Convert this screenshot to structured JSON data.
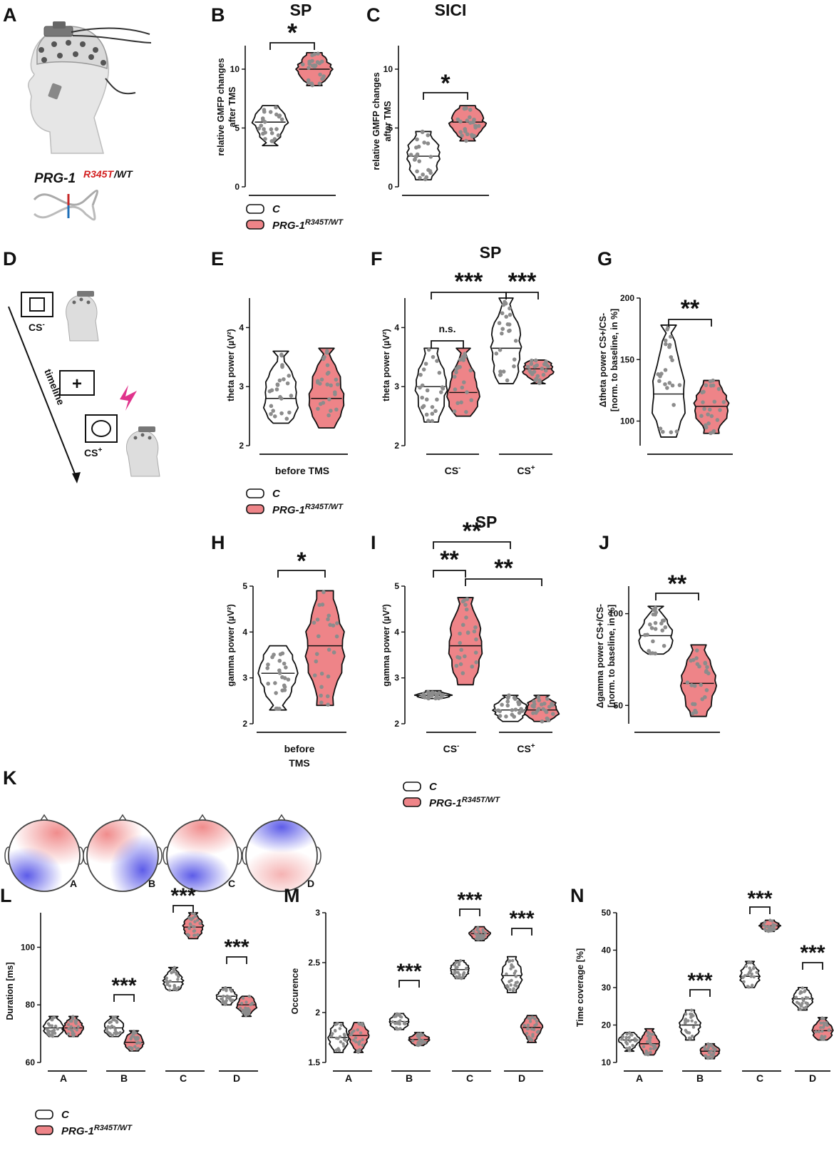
{
  "colors": {
    "control": "#ffffff",
    "mutant": "#ee8488",
    "dot": "#8c8c8c",
    "outline": "#111111"
  },
  "labels": {
    "A": "A",
    "B": "B",
    "C": "C",
    "D": "D",
    "E": "E",
    "F": "F",
    "G": "G",
    "H": "H",
    "I": "I",
    "J": "J",
    "K": "K",
    "L": "L",
    "M": "M",
    "N": "N"
  },
  "titles": {
    "B": "SP",
    "C": "SICI",
    "F": "SP",
    "I": "SP"
  },
  "genotype": {
    "base": "PRG-1",
    "sup": "R345T",
    "tail": "/WT"
  },
  "legend": {
    "c": "C",
    "mut_base": "PRG-1",
    "mut_sup": "R345T/WT"
  },
  "paradigm": {
    "cs_minus": "CS",
    "cs_plus": "CS",
    "minus": "-",
    "plus": "+",
    "timeline": "timeline",
    "fixation": "+"
  },
  "microstates": [
    "A",
    "B",
    "C",
    "D"
  ],
  "chart_data": [
    {
      "id": "B",
      "type": "violin",
      "title": "SP",
      "ylabel": [
        "relative GMFP changes",
        "after TMS"
      ],
      "ylim": [
        0,
        12
      ],
      "yticks": [
        0,
        5,
        10
      ],
      "groups": [
        {
          "name": "C",
          "lo": 3.5,
          "hi": 6.9,
          "med": 5.5
        },
        {
          "name": "PRG-1 R345T/WT",
          "lo": 8.6,
          "hi": 11.4,
          "med": 10.0
        }
      ],
      "significance": [
        {
          "a": 0,
          "b": 1,
          "label": "*"
        }
      ]
    },
    {
      "id": "C",
      "type": "violin",
      "title": "SICI",
      "ylabel": [
        "relative GMFP changes",
        "after TMS"
      ],
      "ylim": [
        0,
        12
      ],
      "yticks": [
        0,
        5,
        10
      ],
      "groups": [
        {
          "name": "C",
          "lo": 0.6,
          "hi": 4.7,
          "med": 2.6
        },
        {
          "name": "PRG-1 R345T/WT",
          "lo": 3.9,
          "hi": 6.9,
          "med": 5.5
        }
      ],
      "significance": [
        {
          "a": 0,
          "b": 1,
          "label": "*"
        }
      ]
    },
    {
      "id": "E",
      "type": "violin",
      "ylabel": [
        "theta power (µV²)"
      ],
      "ylim": [
        2,
        4.5
      ],
      "yticks": [
        2,
        3,
        4
      ],
      "xgroup": [
        "before TMS"
      ],
      "groups": [
        {
          "name": "C",
          "lo": 2.38,
          "hi": 3.6,
          "med": 2.8
        },
        {
          "name": "PRG-1 R345T/WT",
          "lo": 2.3,
          "hi": 3.65,
          "med": 2.8
        }
      ]
    },
    {
      "id": "F",
      "type": "violin",
      "title": "SP",
      "ylabel": [
        "theta power (µV²)"
      ],
      "ylim": [
        2,
        4.5
      ],
      "yticks": [
        2,
        3,
        4
      ],
      "xgroup": [
        "CS-",
        "CS+"
      ],
      "groups": [
        {
          "name": "C",
          "lo": 2.4,
          "hi": 3.65,
          "med": 3.0
        },
        {
          "name": "PRG-1 R345T/WT",
          "lo": 2.5,
          "hi": 3.65,
          "med": 2.9
        },
        {
          "name": "C",
          "lo": 3.05,
          "hi": 4.5,
          "med": 3.65
        },
        {
          "name": "PRG-1 R345T/WT",
          "lo": 3.05,
          "hi": 3.45,
          "med": 3.3
        }
      ],
      "significance": [
        {
          "a": 0,
          "b": 1,
          "label": "n.s."
        },
        {
          "a": 0,
          "b": 2,
          "label": "***"
        },
        {
          "a": 2,
          "b": 3,
          "label": "***"
        }
      ]
    },
    {
      "id": "G",
      "type": "violin",
      "ylabel": [
        "Δtheta power CS+/CS-",
        "[norm. to baseline, in %]"
      ],
      "ylim": [
        80,
        200
      ],
      "yticks": [
        100,
        150,
        200
      ],
      "groups": [
        {
          "name": "C",
          "lo": 87,
          "hi": 178,
          "med": 122
        },
        {
          "name": "PRG-1 R345T/WT",
          "lo": 90,
          "hi": 133,
          "med": 112
        }
      ],
      "significance": [
        {
          "a": 0,
          "b": 1,
          "label": "**"
        }
      ]
    },
    {
      "id": "H",
      "type": "violin",
      "ylabel": [
        "gamma power (µV²)"
      ],
      "ylim": [
        2,
        5
      ],
      "yticks": [
        2,
        3,
        4,
        5
      ],
      "xgroup": [
        "before",
        "TMS"
      ],
      "groups": [
        {
          "name": "C",
          "lo": 2.3,
          "hi": 3.7,
          "med": 3.1
        },
        {
          "name": "PRG-1 R345T/WT",
          "lo": 2.4,
          "hi": 4.9,
          "med": 3.7
        }
      ],
      "significance": [
        {
          "a": 0,
          "b": 1,
          "label": "*"
        }
      ]
    },
    {
      "id": "I",
      "type": "violin",
      "title": "SP",
      "ylabel": [
        "gamma power (µV²)"
      ],
      "ylim": [
        2,
        5
      ],
      "yticks": [
        2,
        3,
        4,
        5
      ],
      "xgroup": [
        "CS-",
        "CS+"
      ],
      "groups": [
        {
          "name": "C",
          "lo": 2.55,
          "hi": 2.72,
          "med": 2.62
        },
        {
          "name": "PRG-1 R345T/WT",
          "lo": 2.85,
          "hi": 4.75,
          "med": 3.7
        },
        {
          "name": "C",
          "lo": 2.05,
          "hi": 2.62,
          "med": 2.3
        },
        {
          "name": "PRG-1 R345T/WT",
          "lo": 2.05,
          "hi": 2.62,
          "med": 2.3
        }
      ],
      "significance": [
        {
          "a": 0,
          "b": 1,
          "label": "**"
        },
        {
          "a": 0,
          "b": 2,
          "label": "**"
        },
        {
          "a": 1,
          "b": 3,
          "label": "**"
        }
      ]
    },
    {
      "id": "J",
      "type": "violin",
      "ylabel": [
        "Δgamma power CS+/CS-",
        "[norm. to baseline, in %]"
      ],
      "ylim": [
        40,
        115
      ],
      "yticks": [
        50,
        100
      ],
      "groups": [
        {
          "name": "C",
          "lo": 78,
          "hi": 104,
          "med": 88
        },
        {
          "name": "PRG-1 R345T/WT",
          "lo": 44,
          "hi": 83,
          "med": 62
        }
      ],
      "significance": [
        {
          "a": 0,
          "b": 1,
          "label": "**"
        }
      ]
    },
    {
      "id": "L",
      "type": "violin",
      "ylabel": [
        "Duration [ms]"
      ],
      "ylim": [
        60,
        112
      ],
      "yticks": [
        60,
        80,
        100
      ],
      "xgroup": [
        "A",
        "B",
        "C",
        "D"
      ],
      "groups": [
        {
          "lo": 69,
          "hi": 76,
          "med": 72
        },
        {
          "lo": 69,
          "hi": 76,
          "med": 72
        },
        {
          "lo": 69,
          "hi": 76,
          "med": 72
        },
        {
          "lo": 64,
          "hi": 71,
          "med": 67
        },
        {
          "lo": 85,
          "hi": 93,
          "med": 88
        },
        {
          "lo": 103,
          "hi": 112,
          "med": 107
        },
        {
          "lo": 80,
          "hi": 86,
          "med": 83
        },
        {
          "lo": 76,
          "hi": 83,
          "med": 80
        }
      ],
      "significance": [
        {
          "a": 2,
          "b": 3,
          "label": "***"
        },
        {
          "a": 4,
          "b": 5,
          "label": "***"
        },
        {
          "a": 6,
          "b": 7,
          "label": "***"
        }
      ]
    },
    {
      "id": "M",
      "type": "violin",
      "ylabel": [
        "Occurence"
      ],
      "ylim": [
        1.5,
        3.0
      ],
      "yticks": [
        1.5,
        2.0,
        2.5,
        3.0
      ],
      "xgroup": [
        "A",
        "B",
        "C",
        "D"
      ],
      "groups": [
        {
          "lo": 1.6,
          "hi": 1.9,
          "med": 1.75
        },
        {
          "lo": 1.6,
          "hi": 1.9,
          "med": 1.77
        },
        {
          "lo": 1.83,
          "hi": 1.99,
          "med": 1.91
        },
        {
          "lo": 1.67,
          "hi": 1.8,
          "med": 1.73
        },
        {
          "lo": 2.34,
          "hi": 2.52,
          "med": 2.43
        },
        {
          "lo": 2.72,
          "hi": 2.86,
          "med": 2.79
        },
        {
          "lo": 2.2,
          "hi": 2.56,
          "med": 2.37
        },
        {
          "lo": 1.7,
          "hi": 1.97,
          "med": 1.85
        }
      ],
      "significance": [
        {
          "a": 2,
          "b": 3,
          "label": "***"
        },
        {
          "a": 4,
          "b": 5,
          "label": "***"
        },
        {
          "a": 6,
          "b": 7,
          "label": "***"
        }
      ]
    },
    {
      "id": "N",
      "type": "violin",
      "ylabel": [
        "Time coverage [%]"
      ],
      "ylim": [
        10,
        50
      ],
      "yticks": [
        10,
        20,
        30,
        40,
        50
      ],
      "xgroup": [
        "A",
        "B",
        "C",
        "D"
      ],
      "groups": [
        {
          "lo": 13,
          "hi": 18,
          "med": 16
        },
        {
          "lo": 12,
          "hi": 19,
          "med": 15
        },
        {
          "lo": 16,
          "hi": 24,
          "med": 20
        },
        {
          "lo": 11,
          "hi": 15,
          "med": 13
        },
        {
          "lo": 30,
          "hi": 37,
          "med": 33
        },
        {
          "lo": 45,
          "hi": 48,
          "med": 46.5
        },
        {
          "lo": 24,
          "hi": 30,
          "med": 27
        },
        {
          "lo": 16,
          "hi": 22,
          "med": 18.5
        }
      ],
      "significance": [
        {
          "a": 2,
          "b": 3,
          "label": "***"
        },
        {
          "a": 4,
          "b": 5,
          "label": "***"
        },
        {
          "a": 6,
          "b": 7,
          "label": "***"
        }
      ]
    }
  ]
}
